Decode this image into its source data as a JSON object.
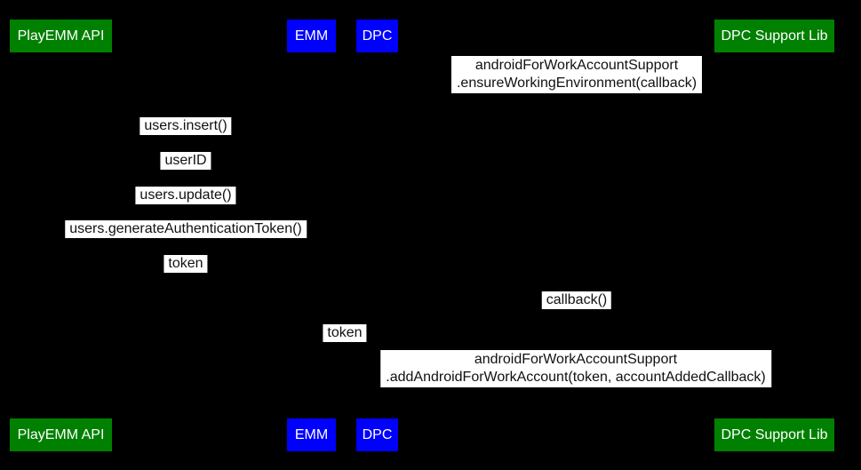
{
  "colors": {
    "background": "#000000",
    "actor-green": "#008000",
    "actor-blue": "#0000ff",
    "actor-text": "#ffffff",
    "label-bg": "#ffffff",
    "label-text": "#111111"
  },
  "actors": [
    {
      "label": "PlayEMM API",
      "color": "green"
    },
    {
      "label": "EMM",
      "color": "blue"
    },
    {
      "label": "DPC",
      "color": "blue"
    },
    {
      "label": "DPC Support Lib",
      "color": "green"
    }
  ],
  "messages": [
    {
      "between": [
        "DPC",
        "DPC Support Lib"
      ],
      "lines": [
        "androidForWorkAccountSupport",
        ".ensureWorkingEnvironment(callback)"
      ]
    },
    {
      "between": [
        "EMM",
        "PlayEMM API"
      ],
      "lines": [
        "users.insert()"
      ]
    },
    {
      "between": [
        "EMM",
        "PlayEMM API"
      ],
      "lines": [
        "userID"
      ]
    },
    {
      "between": [
        "EMM",
        "PlayEMM API"
      ],
      "lines": [
        "users.update()"
      ]
    },
    {
      "between": [
        "EMM",
        "PlayEMM API"
      ],
      "lines": [
        "users.generateAuthenticationToken()"
      ]
    },
    {
      "between": [
        "EMM",
        "PlayEMM API"
      ],
      "lines": [
        "token"
      ]
    },
    {
      "between": [
        "DPC",
        "DPC Support Lib"
      ],
      "lines": [
        "callback()"
      ]
    },
    {
      "between": [
        "EMM",
        "DPC"
      ],
      "lines": [
        "token"
      ]
    },
    {
      "between": [
        "DPC",
        "DPC Support Lib"
      ],
      "lines": [
        "androidForWorkAccountSupport",
        ".addAndroidForWorkAccount(token, accountAddedCallback)"
      ]
    }
  ]
}
